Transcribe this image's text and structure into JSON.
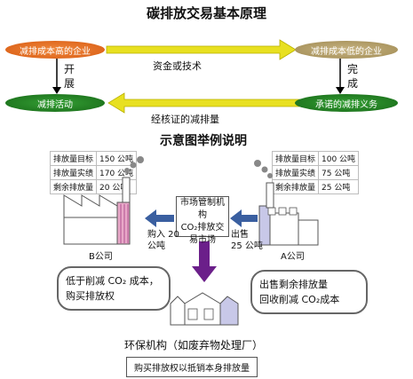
{
  "title": "碳排放交易基本原理",
  "top": {
    "high_company": "减排成本高的企业",
    "low_company": "减排成本低的企业",
    "reduction_activity": "减排活动",
    "commitment": "承诺的减排义务",
    "arrow_top_label": "资金或技术",
    "arrow_bottom_label": "经核证的减排量",
    "left_vertical": [
      "开",
      "展"
    ],
    "right_vertical": [
      "完",
      "成"
    ]
  },
  "example_title": "示意图举例说明",
  "company_b": {
    "label": "B公司",
    "stats": [
      {
        "k": "排放量目标",
        "v": "150 公吨"
      },
      {
        "k": "排放量实绩",
        "v": "170 公吨"
      },
      {
        "k": "剩余排放量",
        "v": "20 公吨"
      }
    ],
    "buy_label": [
      "购入 20",
      "公吨"
    ],
    "note": [
      "低于削减 CO₂ 成本，",
      "购买排放权"
    ]
  },
  "company_a": {
    "label": "A公司",
    "stats": [
      {
        "k": "排放量目标",
        "v": "100 公吨"
      },
      {
        "k": "排放量实绩",
        "v": "75 公吨"
      },
      {
        "k": "剩余排放量",
        "v": "25 公吨"
      }
    ],
    "sell_label": [
      "出售",
      "25 公吨"
    ],
    "note": [
      "出售剩余排放量",
      "回收削减 CO₂成本"
    ]
  },
  "market": [
    "市场管制机构",
    "CO₂排放交",
    "易市场"
  ],
  "env_org": "环保机构（如废弃物处理厂）",
  "env_note": "购买排放权以抵销本身排放量",
  "colors": {
    "orange": "#e0671e",
    "gold": "#b6a06b",
    "green": "#1f7a1f",
    "yellow_arrow": "#e8e020",
    "purple_arrow": "#6b1f8a"
  }
}
